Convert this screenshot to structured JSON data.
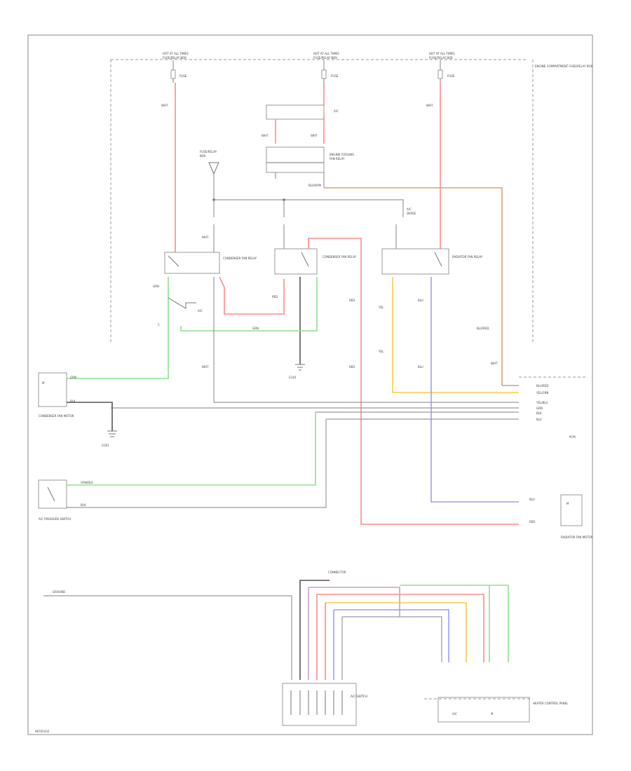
{
  "labels": {
    "fuse_left": "HOT AT ALL TIMES",
    "fuse_mid": "HOT AT ALL TIMES",
    "fuse_right": "HOT AT ALL TIMES",
    "fuse_left_sub": "FUSE/RELAY BOX",
    "fuse_mid_sub": "FUSE/RELAY BOX",
    "fuse_right_sub": "FUSE/RELAY BOX",
    "fuse_block_right": "ENGINE COMPARTMENT FUSE/RELAY BOX",
    "wire_wht_1": "WHT",
    "wire_wht_2": "WHT",
    "wire_wht_3": "WHT",
    "relay_left": "CONDENSER FAN RELAY",
    "relay_mid": "CONDENSER FAN RELAY",
    "relay_right": "RADIATOR FAN RELAY",
    "wire_blu_red": "BLU/RED",
    "ground_mid": "G101",
    "ground_left": "G301",
    "pcm_block": "PCM",
    "sensor_left": "CONDENSER FAN MOTOR",
    "switch_left": "A/C PRESSURE SWITCH",
    "switch_right": "RADIATOR FAN MOTOR",
    "bottom_ground": "GROUND",
    "bottom_switch_left": "A/C SWITCH",
    "bottom_switch_right": "HEATER CONTROL PANEL",
    "connector_pins_label": "CONNECTOR",
    "page_ref": "98765432"
  },
  "pin_labels": [
    "BLU/RED",
    "YEL/GRN",
    "YEL/BLU",
    "GRN",
    "BLK",
    "BLU"
  ],
  "colors": {
    "red": "#ff8a8a",
    "green": "#8ee08e",
    "yellow": "#ffc84a",
    "blue": "#9c9cff",
    "orange": "#d8a070",
    "black": "#555555"
  }
}
